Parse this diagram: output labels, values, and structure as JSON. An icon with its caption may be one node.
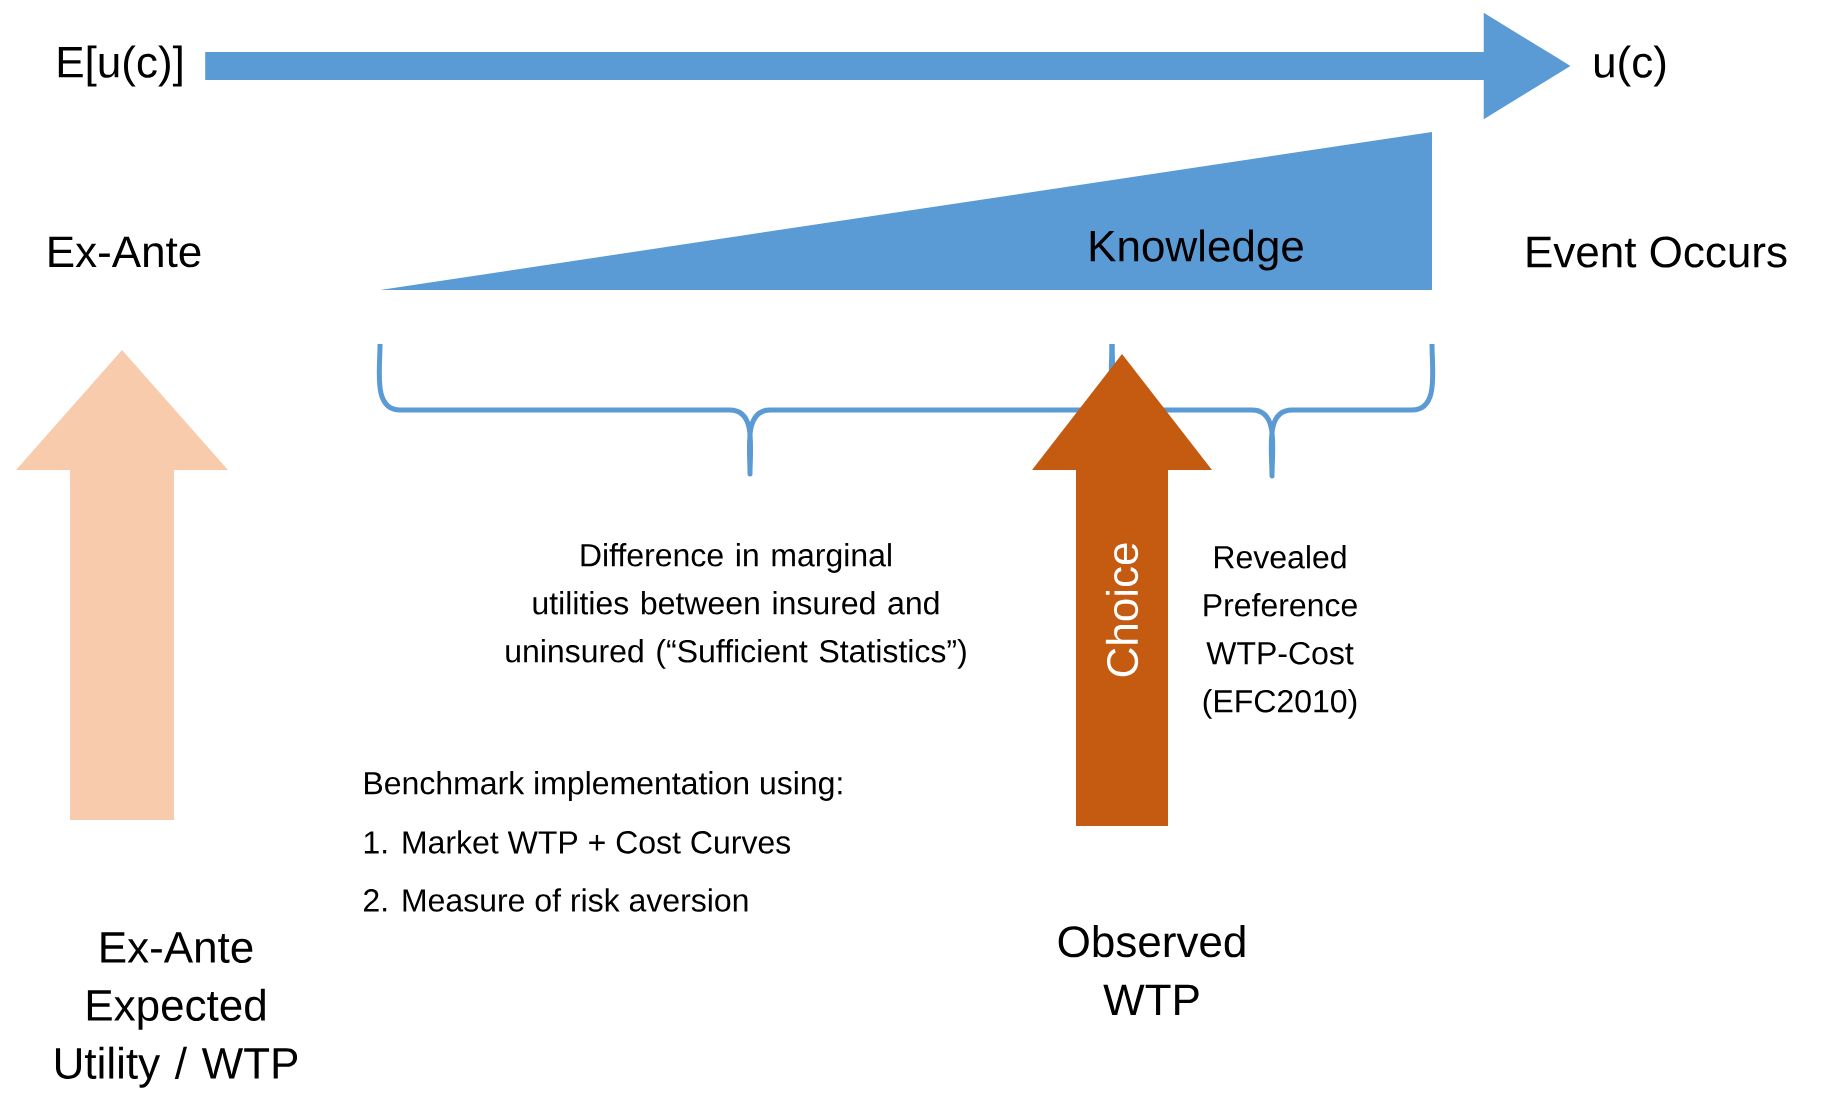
{
  "diagram": {
    "nodes": [
      {
        "text": [
          "E[u(c)]"
        ]
      },
      {
        "text": [
          "u(c)"
        ]
      },
      {
        "text": [
          "Knowledge"
        ]
      },
      {
        "text": [
          "Choice"
        ]
      }
    ],
    "edges": [
      {
        "from": 0,
        "to": 1,
        "arrow": "to"
      }
    ],
    "labels": [
      "Ex-Ante",
      "Event Occurs",
      "Difference in marginal utilities between insured and uninsured (“Sufficient Statistics”)",
      "Revealed Preference WTP-Cost (EFC2010)",
      "Benchmark implementation using:",
      "1. Market WTP + Cost Curves",
      "2. Measure of risk aversion",
      "Ex-Ante Expected Utility / WTP",
      "Observed WTP"
    ]
  }
}
